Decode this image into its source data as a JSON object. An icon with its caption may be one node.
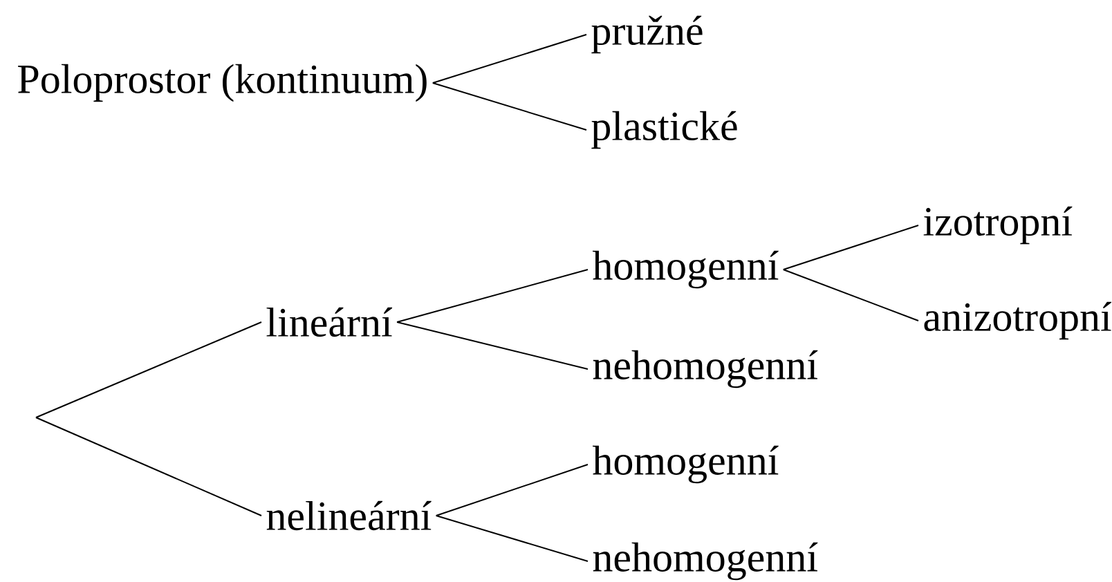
{
  "diagram": {
    "nodes": [
      {
        "text": [
          "Poloprostor (kontinuum)"
        ]
      },
      {
        "text": [
          "pružné"
        ]
      },
      {
        "text": [
          "plastické"
        ]
      },
      {
        "text": [
          "lineární"
        ]
      },
      {
        "text": [
          "homogenní"
        ]
      },
      {
        "text": [
          "nehomogenní"
        ]
      },
      {
        "text": [
          "izotropní"
        ]
      },
      {
        "text": [
          "anizotropní"
        ]
      },
      {
        "text": [
          "nelineární"
        ]
      },
      {
        "text": [
          "homogenní"
        ]
      },
      {
        "text": [
          "nehomogenní"
        ]
      }
    ],
    "edges": [
      {
        "from": 0,
        "to": 1,
        "arrow": "none"
      },
      {
        "from": 0,
        "to": 2,
        "arrow": "none"
      },
      {
        "from": null,
        "to": 3,
        "arrow": "none"
      },
      {
        "from": null,
        "to": 8,
        "arrow": "none"
      },
      {
        "from": 3,
        "to": 4,
        "arrow": "none"
      },
      {
        "from": 3,
        "to": 5,
        "arrow": "none"
      },
      {
        "from": 4,
        "to": 6,
        "arrow": "none"
      },
      {
        "from": 4,
        "to": 7,
        "arrow": "none"
      },
      {
        "from": 8,
        "to": 9,
        "arrow": "none"
      },
      {
        "from": 8,
        "to": 10,
        "arrow": "none"
      }
    ]
  }
}
